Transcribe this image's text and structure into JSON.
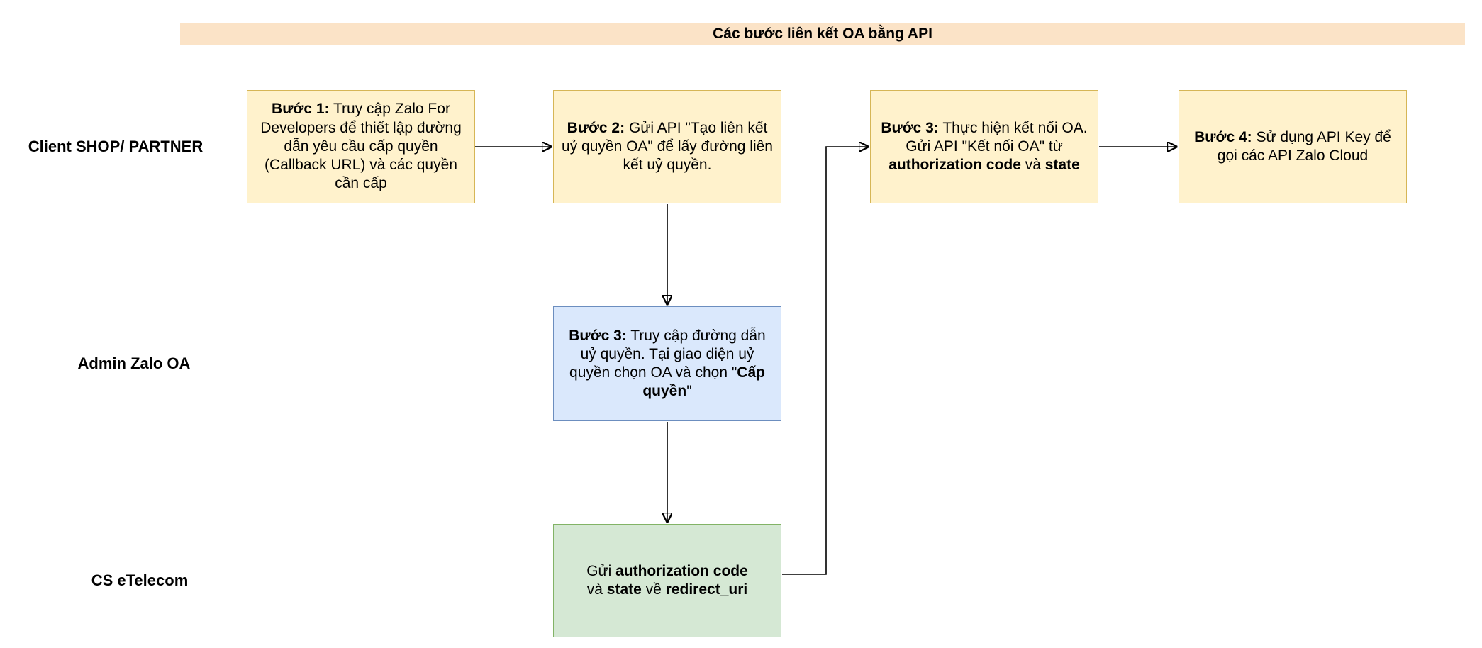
{
  "title": "Các bước liên kết OA bằng API",
  "lanes": {
    "client": "Client SHOP/ PARTNER",
    "admin": "Admin Zalo OA",
    "cs": "CS eTelecom"
  },
  "boxes": {
    "step1": {
      "segments": [
        {
          "text": "Bước 1:",
          "bold": true
        },
        {
          "text": " Truy cập Zalo For Developers để thiết lập đường dẫn yêu cầu cấp quyền (Callback URL) và các quyền cần cấp",
          "bold": false
        }
      ]
    },
    "step2": {
      "segments": [
        {
          "text": "Bước 2:",
          "bold": true
        },
        {
          "text": " Gửi API \"Tạo liên kết uỷ quyền OA\" để lấy đường liên kết uỷ quyền.",
          "bold": false
        }
      ]
    },
    "step3_connect": {
      "segments": [
        {
          "text": "Bước 3:",
          "bold": true
        },
        {
          "text": " Thực hiện kết nối OA.\nGửi API \"Kết nối OA\" từ ",
          "bold": false
        },
        {
          "text": "authorization code",
          "bold": true
        },
        {
          "text": " và ",
          "bold": false
        },
        {
          "text": "state",
          "bold": true
        }
      ]
    },
    "step4": {
      "segments": [
        {
          "text": "Bước 4:",
          "bold": true
        },
        {
          "text": " Sử dụng API Key để gọi các API Zalo Cloud",
          "bold": false
        }
      ]
    },
    "step3_authorize": {
      "segments": [
        {
          "text": "Bước 3:",
          "bold": true
        },
        {
          "text": " Truy cập đường dẫn uỷ quyền. Tại giao diện uỷ quyền chọn OA và chọn \"",
          "bold": false
        },
        {
          "text": "Cấp quyền",
          "bold": true
        },
        {
          "text": "\"",
          "bold": false
        }
      ]
    },
    "send_code": {
      "segments": [
        {
          "text": "Gửi ",
          "bold": false
        },
        {
          "text": "authorization code",
          "bold": true
        },
        {
          "text": "\nvà ",
          "bold": false
        },
        {
          "text": "state",
          "bold": true
        },
        {
          "text": " về ",
          "bold": false
        },
        {
          "text": "redirect_uri",
          "bold": true
        }
      ]
    }
  },
  "colors": {
    "title_bg": "#fbe3c7",
    "yellow_fill": "#fff2cc",
    "yellow_border": "#d6b656",
    "blue_fill": "#dae8fc",
    "blue_border": "#6c8ebf",
    "green_fill": "#d5e8d4",
    "green_border": "#82b366"
  }
}
